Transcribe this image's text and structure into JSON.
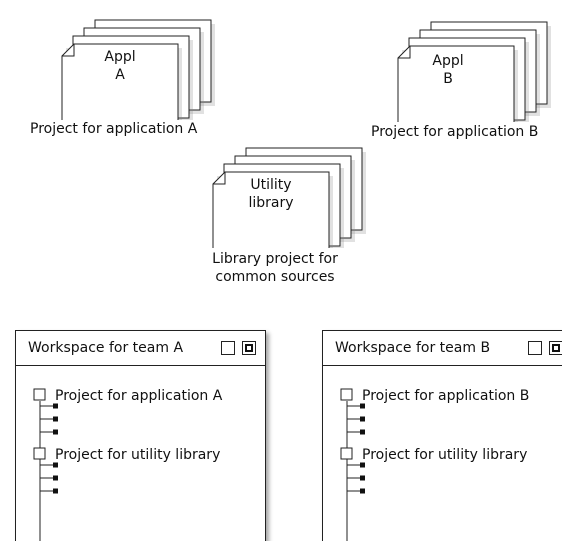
{
  "stacks": {
    "app_a": {
      "line1": "Appl",
      "line2": "A",
      "caption": "Project for application A"
    },
    "app_b": {
      "line1": "Appl",
      "line2": "B",
      "caption": "Project for application B"
    },
    "utility": {
      "line1": "Utility",
      "line2": "library",
      "caption_line1": "Library project for",
      "caption_line2": "common sources"
    }
  },
  "workspaces": [
    {
      "title": "Workspace for team A",
      "projects": [
        "Project for application A",
        "Project for utility library"
      ]
    },
    {
      "title": "Workspace for team B",
      "projects": [
        "Project for application B",
        "Project for utility library"
      ]
    }
  ],
  "colors": {
    "stroke": "#222222",
    "sheet": "#ffffff",
    "shadow": "#888888"
  }
}
